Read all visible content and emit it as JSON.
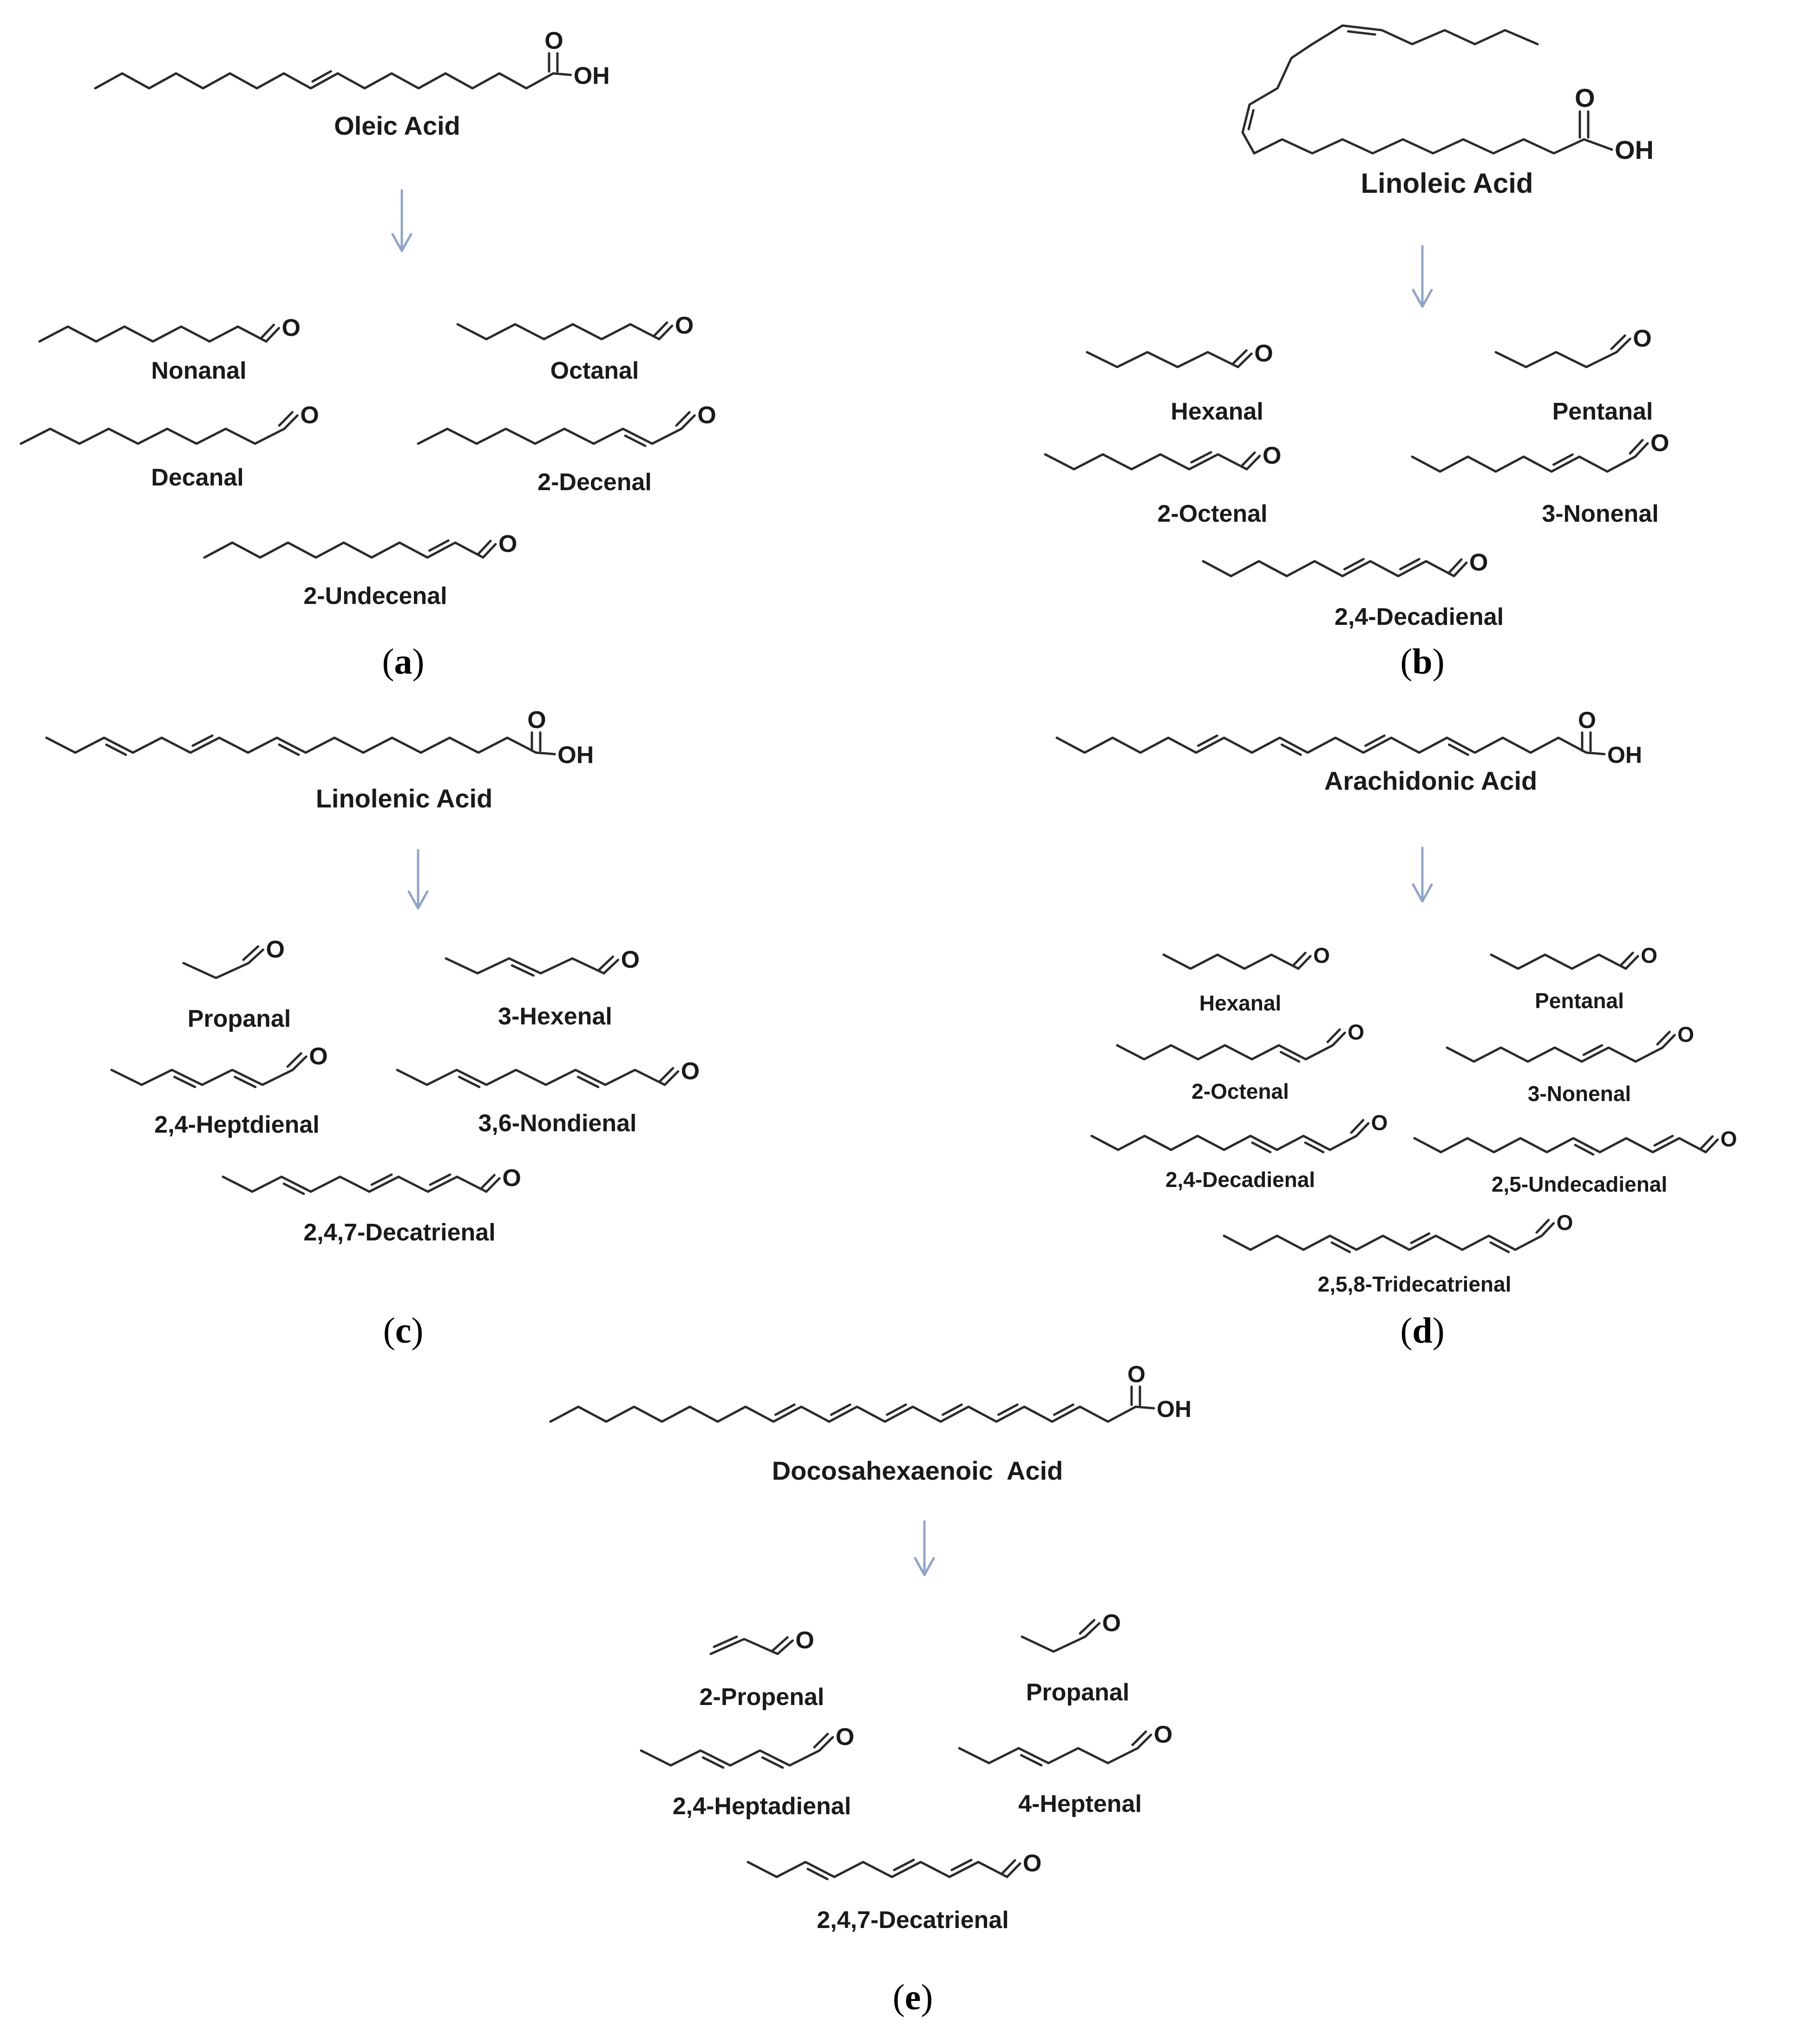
{
  "atoms": {
    "oxygen": "O",
    "hydroxyl": "OH"
  },
  "panels": {
    "a": {
      "label": "a",
      "acid": "Oleic Acid",
      "products": [
        "Nonanal",
        "Octanal",
        "Decanal",
        "2-Decenal",
        "2-Undecenal"
      ]
    },
    "b": {
      "label": "b",
      "acid": "Linoleic Acid",
      "products": [
        "Hexanal",
        "Pentanal",
        "2-Octenal",
        "3-Nonenal",
        "2,4-Decadienal"
      ]
    },
    "c": {
      "label": "c",
      "acid": "Linolenic Acid",
      "products": [
        "Propanal",
        "3-Hexenal",
        "2,4-Heptdienal",
        "3,6-Nondienal",
        "2,4,7-Decatrienal"
      ]
    },
    "d": {
      "label": "d",
      "acid": "Arachidonic Acid",
      "products": [
        "Hexanal",
        "Pentanal",
        "2-Octenal",
        "3-Nonenal",
        "2,4-Decadienal",
        "2,5-Undecadienal",
        "2,5,8-Tridecatrienal"
      ]
    },
    "e": {
      "label": "e",
      "acid": "Docosahexaenoic  Acid",
      "products": [
        "2-Propenal",
        "Propanal",
        "2,4-Heptadienal",
        "4-Heptenal",
        "2,4,7-Decatrienal"
      ]
    }
  },
  "colors": {
    "bond": "#2b2b2b",
    "arrow": "#8ea5c9",
    "text": "#1a1a1a"
  }
}
